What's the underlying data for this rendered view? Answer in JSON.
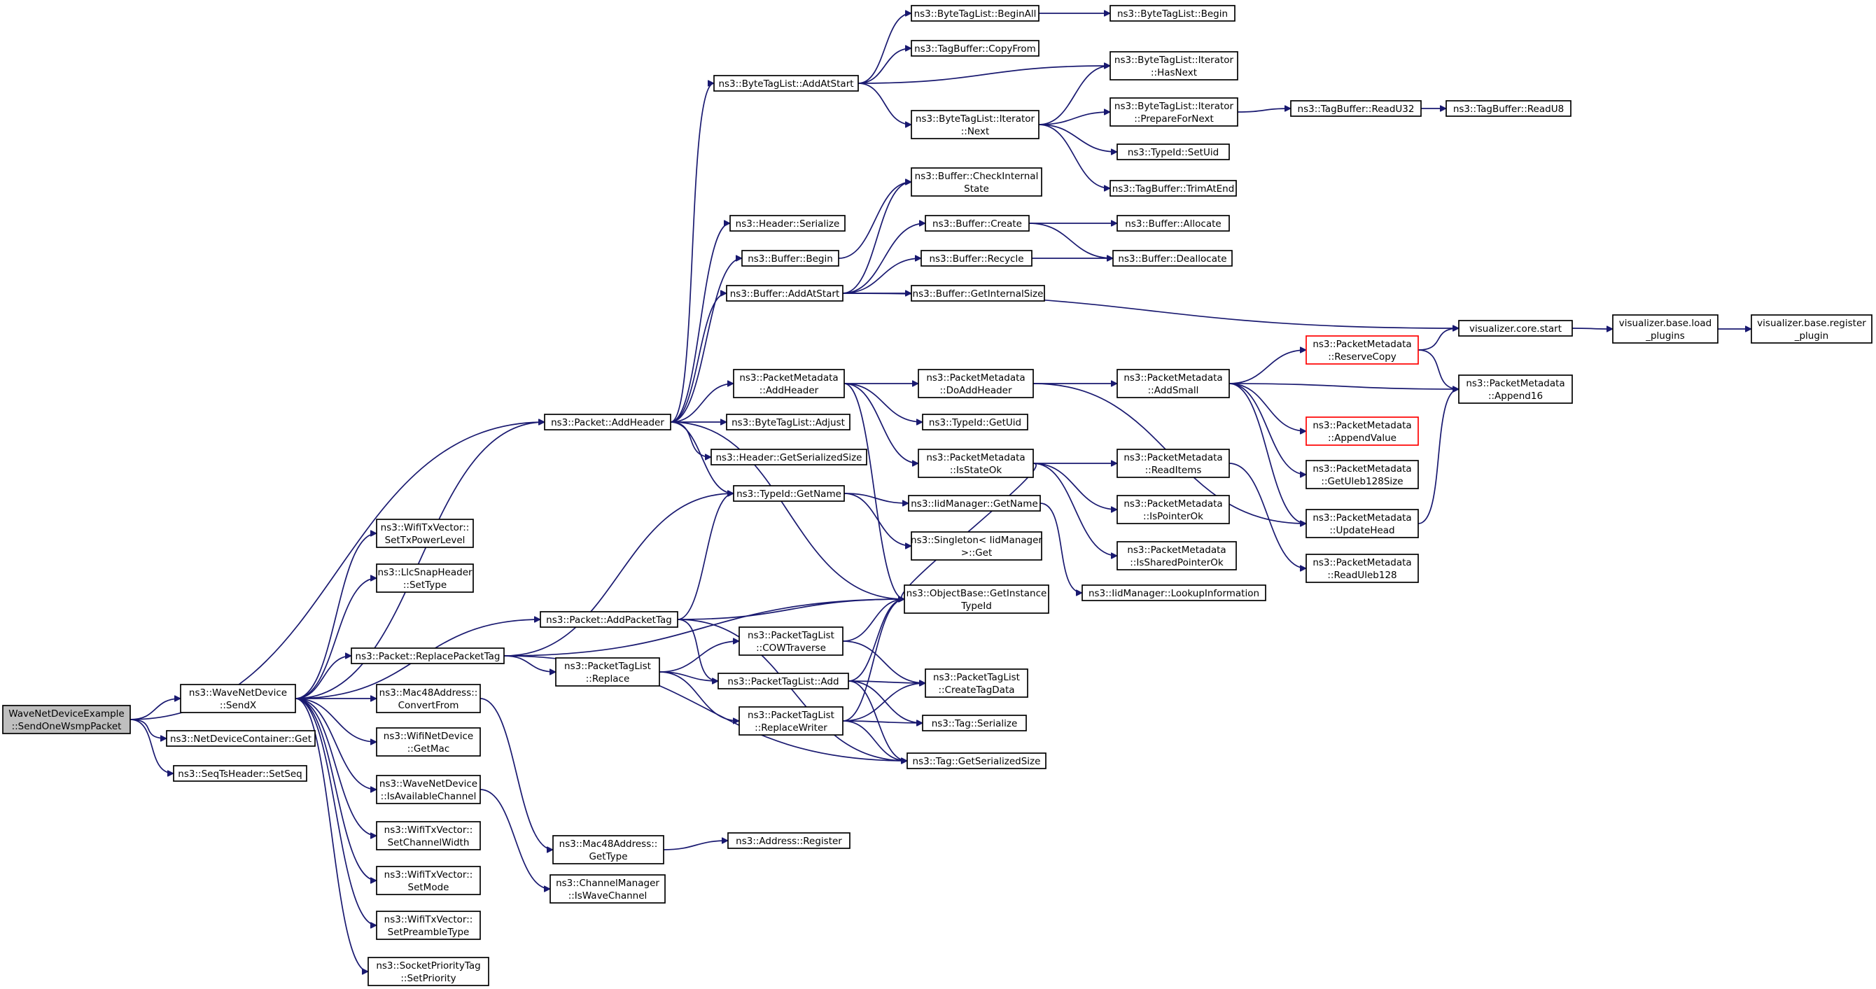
{
  "colors": {
    "edge": "#191970",
    "root_fill": "#bfbfbf",
    "red_border": "#ff0000"
  },
  "nodes": [
    {
      "id": "root",
      "lines": [
        "WaveNetDeviceExample",
        "::SendOneWsmpPacket"
      ],
      "style": "root"
    },
    {
      "id": "sendx",
      "lines": [
        "ns3::WaveNetDevice",
        "::SendX"
      ]
    },
    {
      "id": "ndcget",
      "lines": [
        "ns3::NetDeviceContainer::Get"
      ]
    },
    {
      "id": "setseq",
      "lines": [
        "ns3::SeqTsHeader::SetSeq"
      ]
    },
    {
      "id": "addheader",
      "lines": [
        "ns3::Packet::AddHeader"
      ]
    },
    {
      "id": "txpower",
      "lines": [
        "ns3::WifiTxVector::",
        "SetTxPowerLevel"
      ]
    },
    {
      "id": "llcsettype",
      "lines": [
        "ns3::LlcSnapHeader",
        "::SetType"
      ]
    },
    {
      "id": "replacepkttag",
      "lines": [
        "ns3::Packet::ReplacePacketTag"
      ]
    },
    {
      "id": "addpkttag",
      "lines": [
        "ns3::Packet::AddPacketTag"
      ]
    },
    {
      "id": "convertfrom",
      "lines": [
        "ns3::Mac48Address::",
        "ConvertFrom"
      ]
    },
    {
      "id": "getmac",
      "lines": [
        "ns3::WifiNetDevice",
        "::GetMac"
      ]
    },
    {
      "id": "isavail",
      "lines": [
        "ns3::WaveNetDevice",
        "::IsAvailableChannel"
      ]
    },
    {
      "id": "chwidth",
      "lines": [
        "ns3::WifiTxVector::",
        "SetChannelWidth"
      ]
    },
    {
      "id": "setmode",
      "lines": [
        "ns3::WifiTxVector::",
        "SetMode"
      ]
    },
    {
      "id": "preamble",
      "lines": [
        "ns3::WifiTxVector::",
        "SetPreambleType"
      ]
    },
    {
      "id": "setpriority",
      "lines": [
        "ns3::SocketPriorityTag",
        "::SetPriority"
      ]
    },
    {
      "id": "btl_addatstart",
      "lines": [
        "ns3::ByteTagList::AddAtStart"
      ]
    },
    {
      "id": "hdr_serialize",
      "lines": [
        "ns3::Header::Serialize"
      ]
    },
    {
      "id": "buf_begin",
      "lines": [
        "ns3::Buffer::Begin"
      ]
    },
    {
      "id": "buf_addatstart",
      "lines": [
        "ns3::Buffer::AddAtStart"
      ]
    },
    {
      "id": "pm_addheader",
      "lines": [
        "ns3::PacketMetadata",
        "::AddHeader"
      ]
    },
    {
      "id": "btl_adjust",
      "lines": [
        "ns3::ByteTagList::Adjust"
      ]
    },
    {
      "id": "hdr_getsersize",
      "lines": [
        "ns3::Header::GetSerializedSize"
      ]
    },
    {
      "id": "typeid_getname",
      "lines": [
        "ns3::TypeId::GetName"
      ]
    },
    {
      "id": "ptl_replace",
      "lines": [
        "ns3::PacketTagList",
        "::Replace"
      ]
    },
    {
      "id": "ptl_cow",
      "lines": [
        "ns3::PacketTagList",
        "::COWTraverse"
      ]
    },
    {
      "id": "ptl_add",
      "lines": [
        "ns3::PacketTagList::Add"
      ]
    },
    {
      "id": "ptl_replacewriter",
      "lines": [
        "ns3::PacketTagList",
        "::ReplaceWriter"
      ]
    },
    {
      "id": "mac_gettype",
      "lines": [
        "ns3::Mac48Address::",
        "GetType"
      ]
    },
    {
      "id": "iswavechannel",
      "lines": [
        "ns3::ChannelManager",
        "::IsWaveChannel"
      ]
    },
    {
      "id": "btl_beginall",
      "lines": [
        "ns3::ByteTagList::BeginAll"
      ]
    },
    {
      "id": "tb_copyfrom",
      "lines": [
        "ns3::TagBuffer::CopyFrom"
      ]
    },
    {
      "id": "btl_iter_next",
      "lines": [
        "ns3::ByteTagList::Iterator",
        "::Next"
      ]
    },
    {
      "id": "buf_checkinternal",
      "lines": [
        "ns3::Buffer::CheckInternal",
        "State"
      ]
    },
    {
      "id": "buf_create",
      "lines": [
        "ns3::Buffer::Create"
      ]
    },
    {
      "id": "buf_recycle",
      "lines": [
        "ns3::Buffer::Recycle"
      ]
    },
    {
      "id": "buf_getinternalsize",
      "lines": [
        "ns3::Buffer::GetInternalSize"
      ]
    },
    {
      "id": "pm_doaddheader",
      "lines": [
        "ns3::PacketMetadata",
        "::DoAddHeader"
      ]
    },
    {
      "id": "typeid_getuid",
      "lines": [
        "ns3::TypeId::GetUid"
      ]
    },
    {
      "id": "pm_isstateok",
      "lines": [
        "ns3::PacketMetadata",
        "::IsStateOk"
      ]
    },
    {
      "id": "iid_getname",
      "lines": [
        "ns3::IidManager::GetName"
      ]
    },
    {
      "id": "singleton_get",
      "lines": [
        "ns3::Singleton< IidManager",
        ">::Get"
      ]
    },
    {
      "id": "objbase_getinstance",
      "lines": [
        "ns3::ObjectBase::GetInstance",
        "TypeId"
      ]
    },
    {
      "id": "ptl_createtagdata",
      "lines": [
        "ns3::PacketTagList",
        "::CreateTagData"
      ]
    },
    {
      "id": "tag_serialize",
      "lines": [
        "ns3::Tag::Serialize"
      ]
    },
    {
      "id": "tag_getsersize",
      "lines": [
        "ns3::Tag::GetSerializedSize"
      ]
    },
    {
      "id": "address_register",
      "lines": [
        "ns3::Address::Register"
      ]
    },
    {
      "id": "btl_begin",
      "lines": [
        "ns3::ByteTagList::Begin"
      ]
    },
    {
      "id": "btl_iter_hasnext",
      "lines": [
        "ns3::ByteTagList::Iterator",
        "::HasNext"
      ]
    },
    {
      "id": "btl_iter_prepare",
      "lines": [
        "ns3::ByteTagList::Iterator",
        "::PrepareForNext"
      ]
    },
    {
      "id": "typeid_setuid",
      "lines": [
        "ns3::TypeId::SetUid"
      ]
    },
    {
      "id": "tb_trimatend",
      "lines": [
        "ns3::TagBuffer::TrimAtEnd"
      ]
    },
    {
      "id": "buf_allocate",
      "lines": [
        "ns3::Buffer::Allocate"
      ]
    },
    {
      "id": "buf_deallocate",
      "lines": [
        "ns3::Buffer::Deallocate"
      ]
    },
    {
      "id": "pm_addsmall",
      "lines": [
        "ns3::PacketMetadata",
        "::AddSmall"
      ]
    },
    {
      "id": "pm_readitems",
      "lines": [
        "ns3::PacketMetadata",
        "::ReadItems"
      ]
    },
    {
      "id": "pm_ispointerok",
      "lines": [
        "ns3::PacketMetadata",
        "::IsPointerOk"
      ]
    },
    {
      "id": "pm_issharedpointerok",
      "lines": [
        "ns3::PacketMetadata",
        "::IsSharedPointerOk"
      ]
    },
    {
      "id": "iid_lookupinfo",
      "lines": [
        "ns3::IidManager::LookupInformation"
      ]
    },
    {
      "id": "tb_readu32",
      "lines": [
        "ns3::TagBuffer::ReadU32"
      ]
    },
    {
      "id": "tb_readu8",
      "lines": [
        "ns3::TagBuffer::ReadU8"
      ]
    },
    {
      "id": "viz_core_start",
      "lines": [
        "visualizer.core.start"
      ]
    },
    {
      "id": "viz_base_load",
      "lines": [
        "visualizer.base.load",
        "_plugins"
      ]
    },
    {
      "id": "viz_base_register",
      "lines": [
        "visualizer.base.register",
        "_plugin"
      ]
    },
    {
      "id": "pm_reservecopy",
      "lines": [
        "ns3::PacketMetadata",
        "::ReserveCopy"
      ],
      "style": "red"
    },
    {
      "id": "pm_append16",
      "lines": [
        "ns3::PacketMetadata",
        "::Append16"
      ]
    },
    {
      "id": "pm_appendvalue",
      "lines": [
        "ns3::PacketMetadata",
        "::AppendValue"
      ],
      "style": "red"
    },
    {
      "id": "pm_getuleb",
      "lines": [
        "ns3::PacketMetadata",
        "::GetUleb128Size"
      ]
    },
    {
      "id": "pm_updatehead",
      "lines": [
        "ns3::PacketMetadata",
        "::UpdateHead"
      ]
    },
    {
      "id": "pm_readuleb",
      "lines": [
        "ns3::PacketMetadata",
        "::ReadUleb128"
      ]
    }
  ],
  "edges": [
    [
      "root",
      "sendx"
    ],
    [
      "root",
      "ndcget"
    ],
    [
      "root",
      "setseq"
    ],
    [
      "root",
      "addheader"
    ],
    [
      "sendx",
      "addheader"
    ],
    [
      "sendx",
      "txpower"
    ],
    [
      "sendx",
      "llcsettype"
    ],
    [
      "sendx",
      "replacepkttag"
    ],
    [
      "sendx",
      "addpkttag"
    ],
    [
      "sendx",
      "convertfrom"
    ],
    [
      "sendx",
      "getmac"
    ],
    [
      "sendx",
      "isavail"
    ],
    [
      "sendx",
      "chwidth"
    ],
    [
      "sendx",
      "setmode"
    ],
    [
      "sendx",
      "preamble"
    ],
    [
      "sendx",
      "setpriority"
    ],
    [
      "addheader",
      "btl_addatstart"
    ],
    [
      "addheader",
      "hdr_serialize"
    ],
    [
      "addheader",
      "buf_begin"
    ],
    [
      "addheader",
      "buf_addatstart"
    ],
    [
      "addheader",
      "pm_addheader"
    ],
    [
      "addheader",
      "btl_adjust"
    ],
    [
      "addheader",
      "hdr_getsersize"
    ],
    [
      "addheader",
      "typeid_getname"
    ],
    [
      "addheader",
      "objbase_getinstance"
    ],
    [
      "btl_addatstart",
      "btl_beginall"
    ],
    [
      "btl_addatstart",
      "tb_copyfrom"
    ],
    [
      "btl_addatstart",
      "btl_iter_hasnext"
    ],
    [
      "btl_addatstart",
      "btl_iter_next"
    ],
    [
      "btl_beginall",
      "btl_begin"
    ],
    [
      "btl_iter_next",
      "btl_iter_hasnext"
    ],
    [
      "btl_iter_next",
      "btl_iter_prepare"
    ],
    [
      "btl_iter_next",
      "typeid_setuid"
    ],
    [
      "btl_iter_next",
      "tb_trimatend"
    ],
    [
      "btl_iter_prepare",
      "tb_readu32"
    ],
    [
      "tb_readu32",
      "tb_readu8"
    ],
    [
      "buf_begin",
      "buf_checkinternal"
    ],
    [
      "buf_addatstart",
      "buf_checkinternal"
    ],
    [
      "buf_addatstart",
      "buf_create"
    ],
    [
      "buf_addatstart",
      "buf_recycle"
    ],
    [
      "buf_addatstart",
      "buf_getinternalsize"
    ],
    [
      "buf_addatstart",
      "viz_core_start"
    ],
    [
      "buf_create",
      "buf_allocate"
    ],
    [
      "buf_create",
      "buf_deallocate"
    ],
    [
      "buf_recycle",
      "buf_deallocate"
    ],
    [
      "viz_core_start",
      "viz_base_load"
    ],
    [
      "viz_base_load",
      "viz_base_register"
    ],
    [
      "pm_addheader",
      "pm_doaddheader"
    ],
    [
      "pm_addheader",
      "typeid_getuid"
    ],
    [
      "pm_addheader",
      "pm_isstateok"
    ],
    [
      "pm_addheader",
      "objbase_getinstance"
    ],
    [
      "pm_doaddheader",
      "pm_addsmall"
    ],
    [
      "pm_doaddheader",
      "pm_updatehead"
    ],
    [
      "pm_addsmall",
      "pm_reservecopy"
    ],
    [
      "pm_addsmall",
      "pm_append16"
    ],
    [
      "pm_addsmall",
      "pm_appendvalue"
    ],
    [
      "pm_addsmall",
      "pm_getuleb"
    ],
    [
      "pm_addsmall",
      "pm_updatehead"
    ],
    [
      "pm_reservecopy",
      "viz_core_start"
    ],
    [
      "pm_reservecopy",
      "pm_append16"
    ],
    [
      "pm_updatehead",
      "pm_append16"
    ],
    [
      "pm_isstateok",
      "pm_readitems"
    ],
    [
      "pm_isstateok",
      "pm_ispointerok"
    ],
    [
      "pm_isstateok",
      "pm_issharedpointerok"
    ],
    [
      "pm_isstateok",
      "objbase_getinstance"
    ],
    [
      "pm_readitems",
      "pm_readuleb"
    ],
    [
      "typeid_getname",
      "iid_getname"
    ],
    [
      "typeid_getname",
      "singleton_get"
    ],
    [
      "iid_getname",
      "iid_lookupinfo"
    ],
    [
      "addpkttag",
      "typeid_getname"
    ],
    [
      "addpkttag",
      "objbase_getinstance"
    ],
    [
      "addpkttag",
      "ptl_add"
    ],
    [
      "addpkttag",
      "tag_getsersize"
    ],
    [
      "replacepkttag",
      "typeid_getname"
    ],
    [
      "replacepkttag",
      "objbase_getinstance"
    ],
    [
      "replacepkttag",
      "ptl_replace"
    ],
    [
      "replacepkttag",
      "tag_getsersize"
    ],
    [
      "ptl_replace",
      "ptl_cow"
    ],
    [
      "ptl_replace",
      "ptl_add"
    ],
    [
      "ptl_replace",
      "ptl_replacewriter"
    ],
    [
      "ptl_cow",
      "objbase_getinstance"
    ],
    [
      "ptl_cow",
      "ptl_createtagdata"
    ],
    [
      "ptl_add",
      "objbase_getinstance"
    ],
    [
      "ptl_add",
      "ptl_createtagdata"
    ],
    [
      "ptl_add",
      "tag_serialize"
    ],
    [
      "ptl_add",
      "tag_getsersize"
    ],
    [
      "ptl_replacewriter",
      "objbase_getinstance"
    ],
    [
      "ptl_replacewriter",
      "ptl_createtagdata"
    ],
    [
      "ptl_replacewriter",
      "tag_serialize"
    ],
    [
      "ptl_replacewriter",
      "tag_getsersize"
    ],
    [
      "convertfrom",
      "mac_gettype"
    ],
    [
      "mac_gettype",
      "address_register"
    ],
    [
      "isavail",
      "iswavechannel"
    ]
  ]
}
